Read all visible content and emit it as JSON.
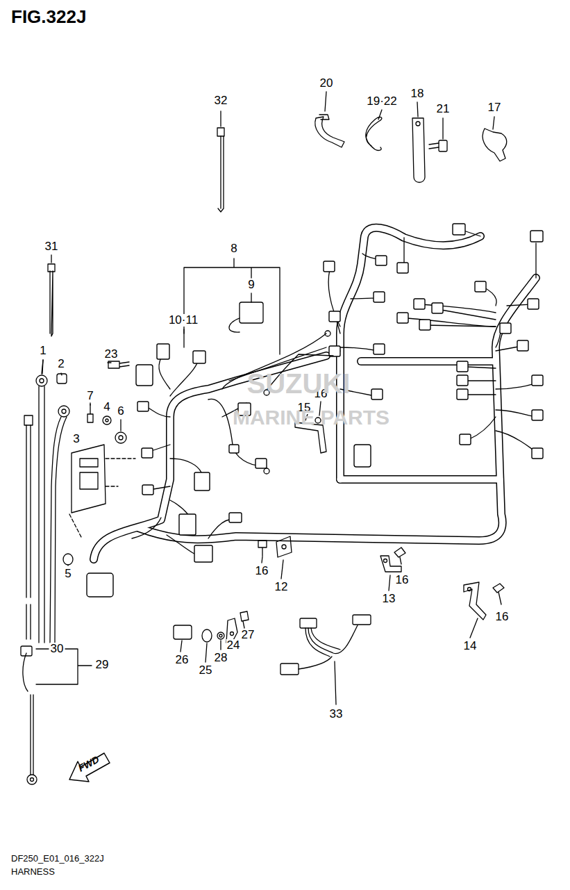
{
  "diagram": {
    "title": "FIG.322J",
    "caption": "HARNESS",
    "labels": [
      "32",
      "20",
      "19·22",
      "18",
      "21",
      "17",
      "31",
      "8",
      "9",
      "10·11",
      "23",
      "1",
      "2",
      "7",
      "4",
      "6",
      "3",
      "16",
      "15",
      "5",
      "16",
      "12",
      "13",
      "16",
      "14",
      "16",
      "26",
      "25",
      "28",
      "24",
      "27",
      "33",
      "30",
      "29",
      "FWD",
      "SUZUKI",
      "MARINE PARTS",
      "DF250_E01_016_322J"
    ]
  }
}
